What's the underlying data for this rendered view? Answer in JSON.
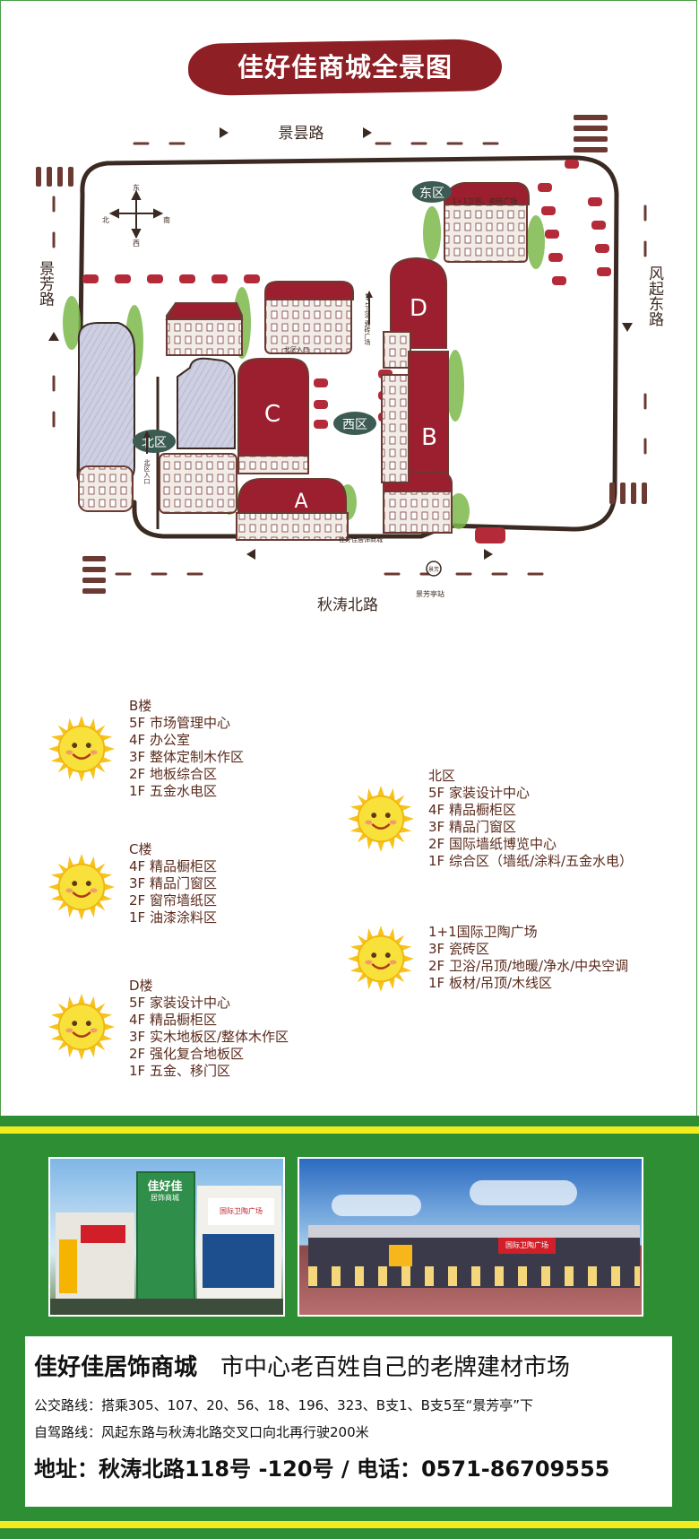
{
  "title": "佳好佳商城全景图",
  "map": {
    "roads": {
      "top": "景昙路",
      "left": "景芳路",
      "right": "风起东路",
      "bottom": "秋涛北路"
    },
    "compass": {
      "north": "北",
      "south": "南",
      "east": "东",
      "west": "西"
    },
    "zones": {
      "east": "东区",
      "north": "北区",
      "west": "西区"
    },
    "buildings": {
      "a": "A",
      "b": "B",
      "c": "C",
      "d": "D"
    },
    "small_labels": {
      "north_entrance": "北区入口",
      "north_entrance_side": "北区入口",
      "sanitary_plaza": "1+1卫浴、瓷砖广场",
      "sanitary_vertical": "1+1卫浴 瓷砖广场",
      "mall_sign": "佳好佳居饰商城",
      "bus_stop": "景芳亭站",
      "bus_sign": "景芳"
    }
  },
  "legend": {
    "b": {
      "title": "B楼",
      "floors": [
        "5F 市场管理中心",
        "4F 办公室",
        "3F 整体定制木作区",
        "2F 地板综合区",
        "1F 五金水电区"
      ]
    },
    "c": {
      "title": "C楼",
      "floors": [
        "4F 精品橱柜区",
        "3F 精品门窗区",
        "2F 窗帘墙纸区",
        "1F 油漆涂料区"
      ]
    },
    "d": {
      "title": "D楼",
      "floors": [
        "5F 家装设计中心",
        "4F 精品橱柜区",
        "3F 实木地板区/整体木作区",
        "2F 强化复合地板区",
        "1F 五金、移门区"
      ]
    },
    "north": {
      "title": "北区",
      "floors": [
        "5F 家装设计中心",
        "4F 精品橱柜区",
        "3F 精品门窗区",
        "2F 国际墙纸博览中心",
        "1F 综合区（墙纸/涂料/五金水电）"
      ]
    },
    "east": {
      "title": "1+1国际卫陶广场",
      "floors": [
        "3F 瓷砖区",
        "2F 卫浴/吊顶/地暖/净水/中央空调",
        "1F 板材/吊顶/木线区"
      ]
    }
  },
  "photos": {
    "left_sign": "佳好佳",
    "left_sub": "居饰商城",
    "left_ad": "国际卫陶广场",
    "right_sign": "国际卫陶广场"
  },
  "info": {
    "headline_name": "佳好佳居饰商城",
    "headline_slogan": "市中心老百姓自己的老牌建材市场",
    "bus": "公交路线：搭乘305、107、20、56、18、196、323、B支1、B支5至“景芳亭”下",
    "drive": "自驾路线：风起东路与秋涛北路交叉口向北再行驶200米",
    "address": "地址：秋涛北路118号 -120号 / 电话：0571-86709555"
  },
  "colors": {
    "maroon": "#8e1f25",
    "building_red": "#9b1f2e",
    "green": "#2d8e34",
    "yellow": "#f2ec1f",
    "legend_text": "#5a2a1c",
    "sun": "#f7d21a"
  }
}
